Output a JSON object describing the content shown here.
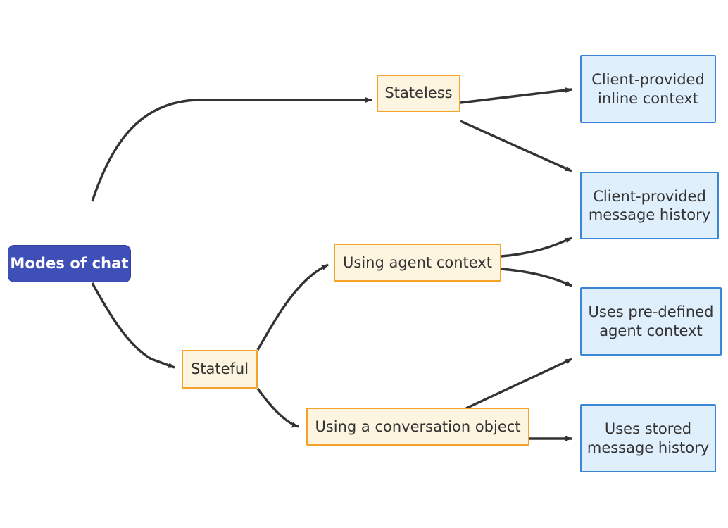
{
  "diagram": {
    "type": "flowchart",
    "direction": "left-to-right",
    "title": "Modes of chat",
    "nodes": {
      "root": {
        "label": "Modes of chat",
        "shape": "rounded-rect",
        "fill": "#3f4fb8",
        "stroke": "#33409c",
        "text_color": "#ffffff"
      },
      "stateless": {
        "label": "Stateless",
        "shape": "rect",
        "fill": "#fdf5e0",
        "stroke": "#f5a22a",
        "text_color": "#333333"
      },
      "stateful": {
        "label": "Stateful",
        "shape": "rect",
        "fill": "#fdf5e0",
        "stroke": "#f5a22a",
        "text_color": "#333333"
      },
      "agent_context": {
        "label": "Using agent context",
        "shape": "rect",
        "fill": "#fdf5e0",
        "stroke": "#f5a22a",
        "text_color": "#333333"
      },
      "conversation_object": {
        "label": "Using a conversation object",
        "shape": "rect",
        "fill": "#fdf5e0",
        "stroke": "#f5a22a",
        "text_color": "#333333"
      },
      "inline_context": {
        "label": "Client-provided\ninline context",
        "shape": "rect",
        "fill": "#e0effc",
        "stroke": "#3b87d6",
        "text_color": "#333333"
      },
      "message_history": {
        "label": "Client-provided\nmessage history",
        "shape": "rect",
        "fill": "#e0effc",
        "stroke": "#3b87d6",
        "text_color": "#333333"
      },
      "predefined_agent_context": {
        "label": "Uses pre-defined\nagent context",
        "shape": "rect",
        "fill": "#e0effc",
        "stroke": "#3b87d6",
        "text_color": "#333333"
      },
      "stored_message_history": {
        "label": "Uses stored\nmessage history",
        "shape": "rect",
        "fill": "#e0effc",
        "stroke": "#3b87d6",
        "text_color": "#333333"
      }
    },
    "edges": [
      {
        "from": "root",
        "to": "stateless"
      },
      {
        "from": "root",
        "to": "stateful"
      },
      {
        "from": "stateless",
        "to": "inline_context"
      },
      {
        "from": "stateless",
        "to": "message_history"
      },
      {
        "from": "stateful",
        "to": "agent_context"
      },
      {
        "from": "stateful",
        "to": "conversation_object"
      },
      {
        "from": "agent_context",
        "to": "message_history"
      },
      {
        "from": "agent_context",
        "to": "predefined_agent_context"
      },
      {
        "from": "conversation_object",
        "to": "predefined_agent_context"
      },
      {
        "from": "conversation_object",
        "to": "stored_message_history"
      }
    ],
    "edge_color": "#333333"
  }
}
